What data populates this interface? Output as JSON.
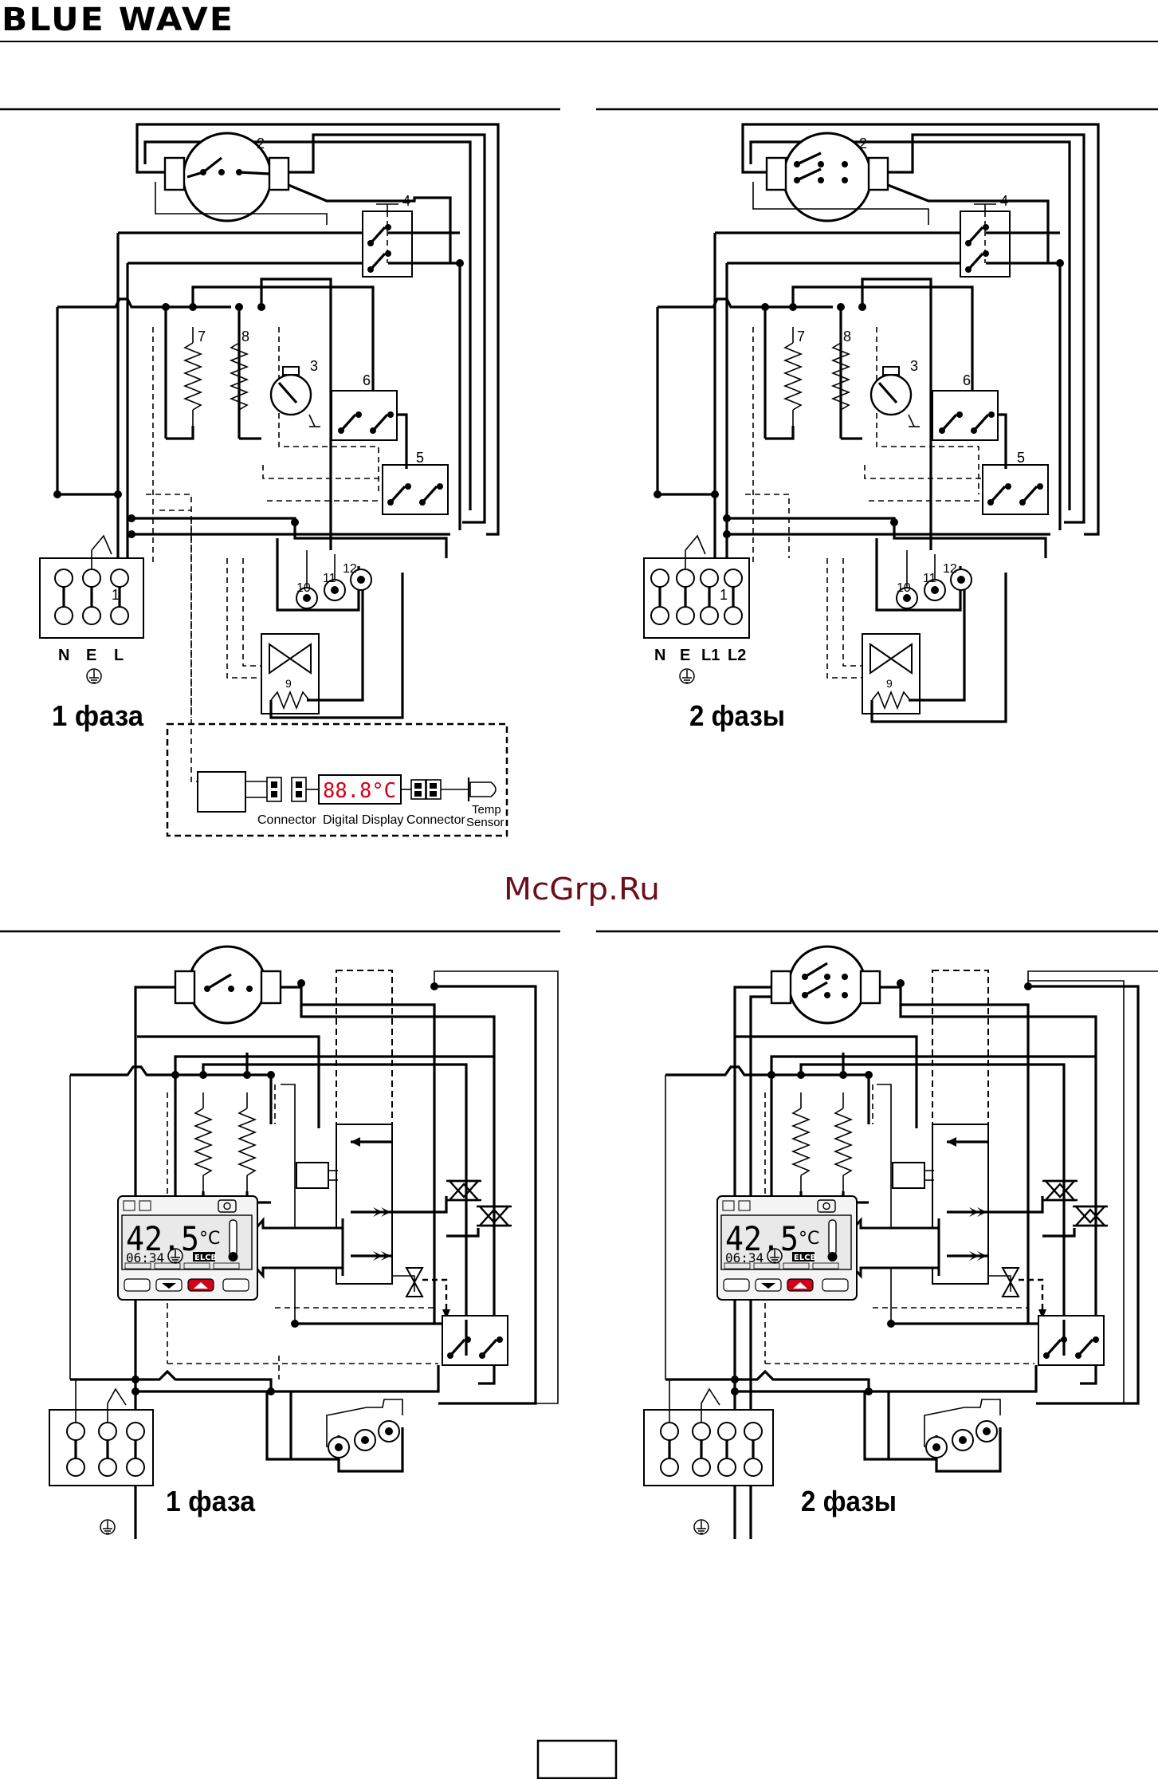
{
  "brand": {
    "logo_text": "BLUE WAVE"
  },
  "watermark": "McGrp.Ru",
  "page_number": "",
  "colors": {
    "line": "#000000",
    "display_red": "#d0021b",
    "lcd_bg": "#e9e9e9"
  },
  "diagram_top_left": {
    "phase_label": "1 фаза",
    "terminal_labels": [
      "N",
      "E",
      "L"
    ],
    "component_numbers": [
      "1",
      "2",
      "3",
      "4",
      "5",
      "6",
      "7",
      "8",
      "9",
      "10",
      "11",
      "12"
    ],
    "display_reading": "88.8°C",
    "module_labels": [
      "Connector",
      "Digital Display",
      "Connector",
      "Temp",
      "Sensor"
    ]
  },
  "diagram_top_right": {
    "phase_label": "2 фазы",
    "terminal_labels": [
      "N",
      "E",
      "L1",
      "L2"
    ],
    "component_numbers": [
      "1",
      "2",
      "3",
      "4",
      "5",
      "6",
      "7",
      "8",
      "9",
      "10",
      "11",
      "12"
    ]
  },
  "diagram_bottom_left": {
    "phase_label": "1 фаза",
    "lcd": {
      "temperature": "42.5",
      "unit": "°C",
      "time": "06:34",
      "badge": "ELCB"
    }
  },
  "diagram_bottom_right": {
    "phase_label": "2 фазы",
    "lcd": {
      "temperature": "42.5",
      "unit": "°C",
      "time": "06:34",
      "badge": "ELCB"
    }
  }
}
